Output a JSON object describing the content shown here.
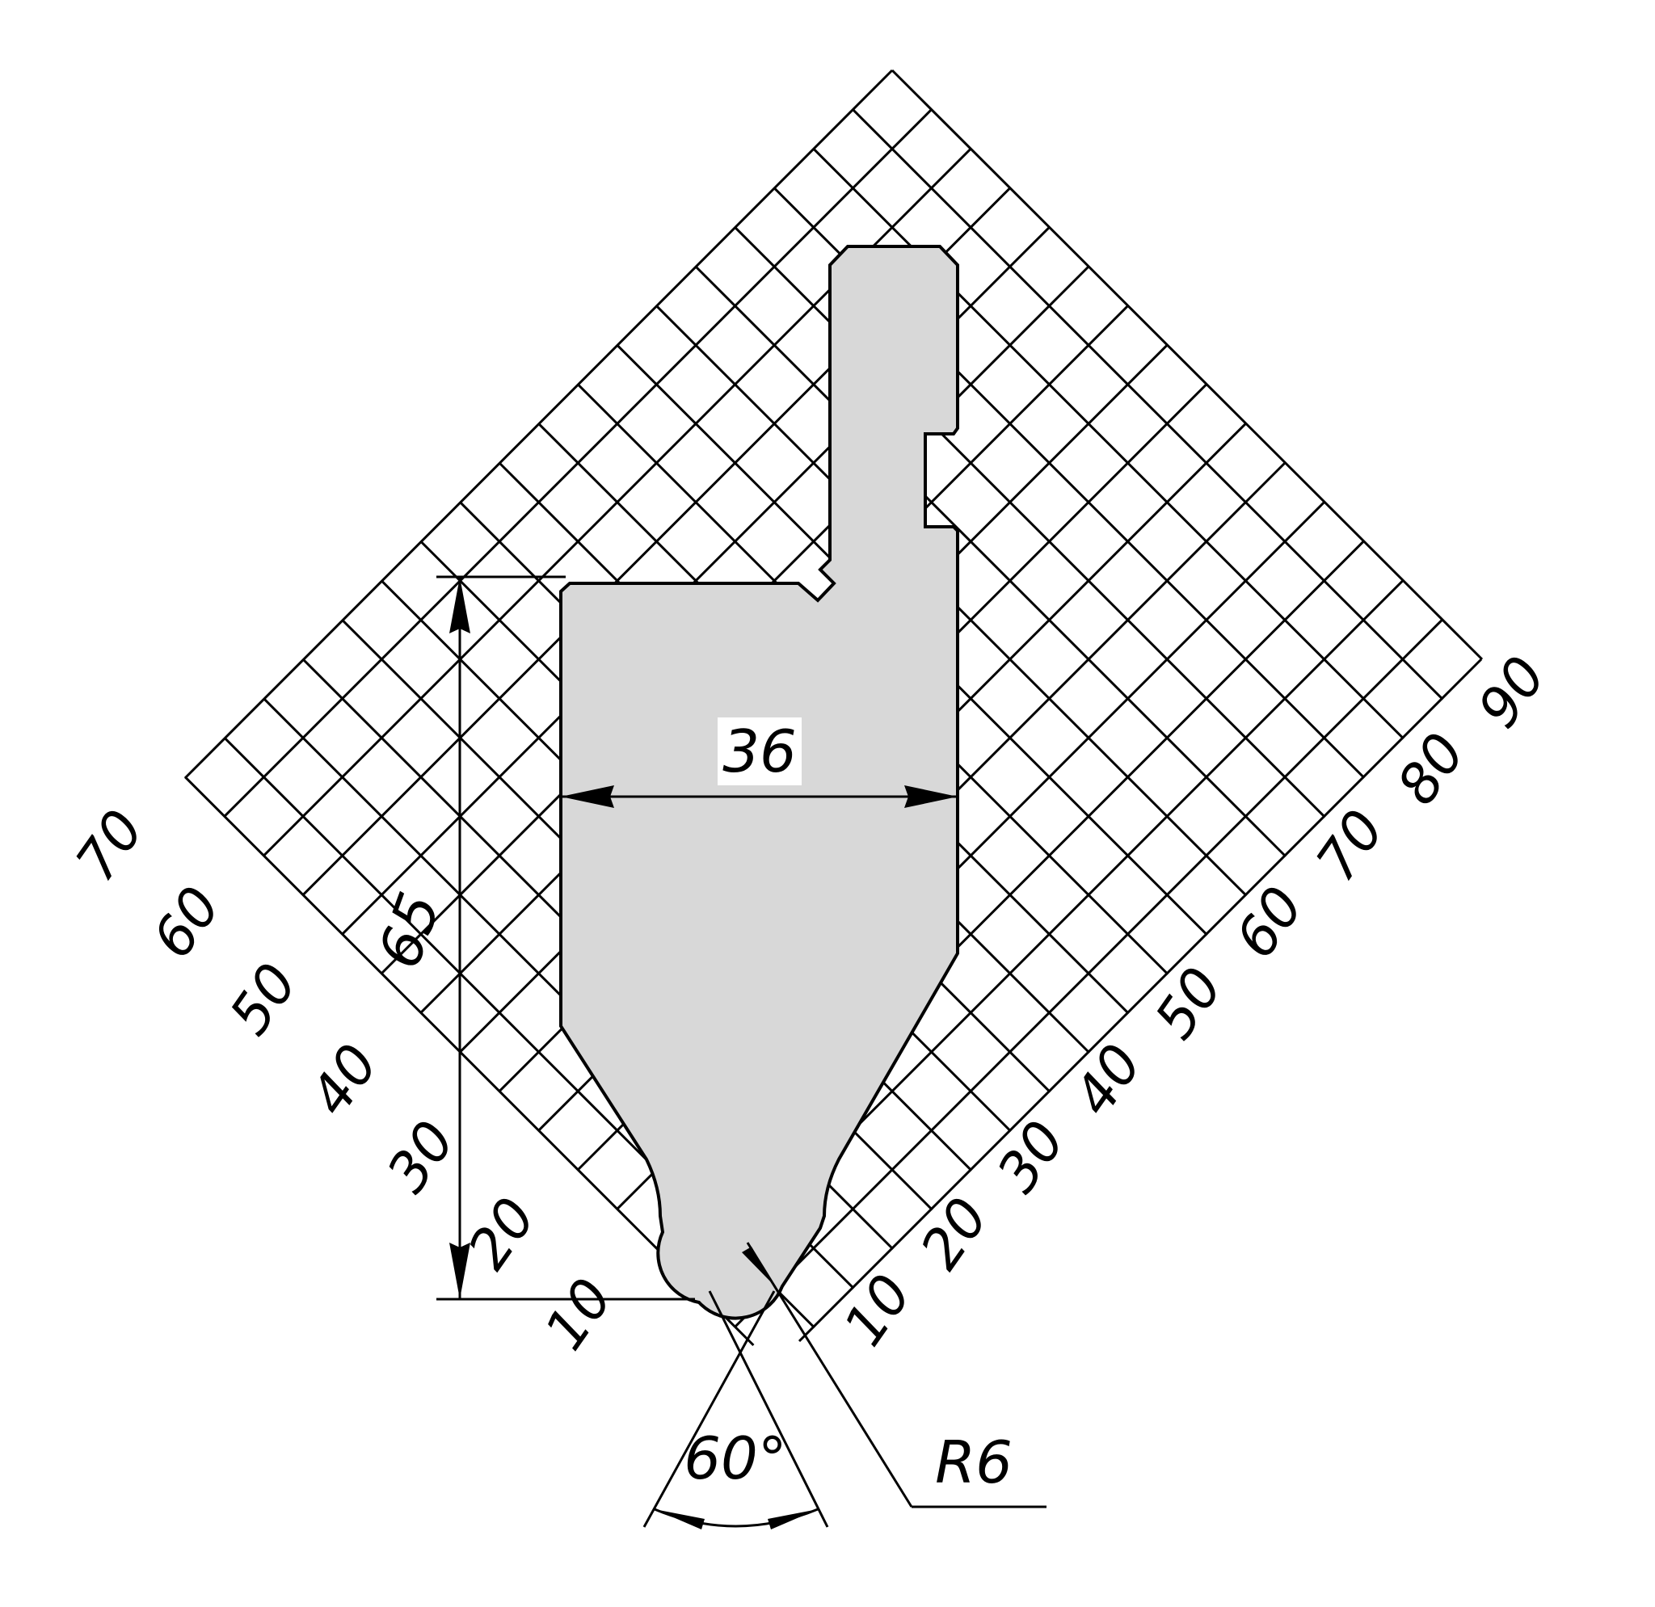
{
  "drawing": {
    "title": "Press brake punch profile",
    "fill_color": "#d8d8d8",
    "line_color": "#000000",
    "background": "#ffffff"
  },
  "dimensions": {
    "width_label": "36",
    "height_label": "65",
    "angle_label": "60°",
    "radius_label": "R6"
  },
  "left_scale": {
    "labels": [
      "10",
      "20",
      "30",
      "40",
      "50",
      "60",
      "70"
    ]
  },
  "right_scale": {
    "labels": [
      "10",
      "20",
      "30",
      "40",
      "50",
      "60",
      "70",
      "80",
      "90"
    ]
  }
}
